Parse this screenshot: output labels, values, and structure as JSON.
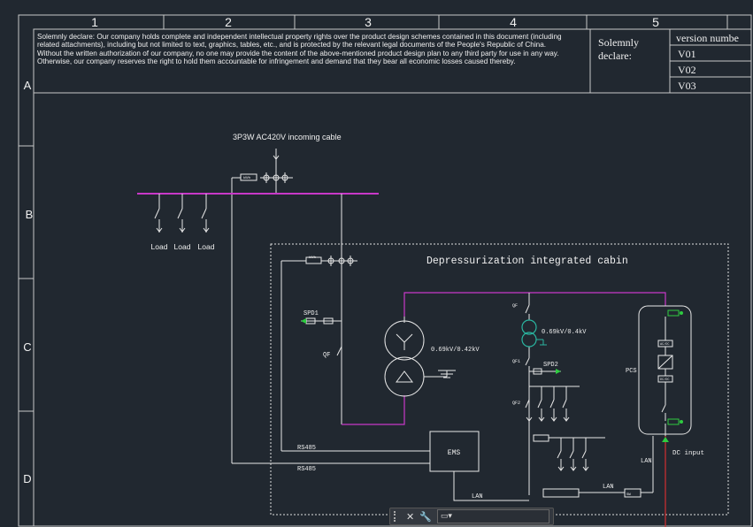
{
  "column_numbers": [
    "1",
    "2",
    "3",
    "4",
    "5"
  ],
  "row_letters": [
    "A",
    "B",
    "C",
    "D"
  ],
  "declaration": {
    "text_lines": [
      "Solemnly declare: Our company holds complete and independent intellectual property rights over the product design schemes contained in this document (including",
      "related attachments), including but not limited to text, graphics, tables, etc., and is protected by the relevant legal documents of the People's Republic of China.",
      "Without the written authorization of our company, no one may provide the content of the above-mentioned product design plan to any third party for use in any way.",
      "Otherwise, our company reserves the right to hold them accountable for infringement and demand that they bear all economic losses caused thereby."
    ],
    "label_line1": "Solemnly",
    "label_line2": "declare:"
  },
  "version_table": {
    "header": "version numbe",
    "rows": [
      "V01",
      "V02",
      "V03"
    ]
  },
  "diagram": {
    "incoming_cable": "3P3W AC420V incoming cable",
    "loads": [
      "Load",
      "Load",
      "Load"
    ],
    "cabin_title": "Depressurization integrated cabin",
    "spd1": "SPD1",
    "spd2": "SPD2",
    "qf": "QF",
    "qf_right": [
      "QF",
      "QF1",
      "QF2"
    ],
    "transformer1": "0.69kV/0.42kV",
    "transformer2": "0.69kV/0.4kV",
    "pcs": "PCS",
    "pcs_labels": [
      "AC/DC",
      "DC/DC"
    ],
    "ems": "EMS",
    "rs485_1": "RS485",
    "rs485_2": "RS485",
    "lan1": "LAN",
    "lan2": "LAN",
    "lan3": "LAN",
    "dc_input": "DC input",
    "meter1": "kWh",
    "meter2": "kWh",
    "small_box": "SW"
  },
  "colors": {
    "background": "#212830",
    "line": "#e8e8e8",
    "busbar": "#c838c8",
    "accent_green": "#2ecc40",
    "accent_red": "#d43030",
    "teal": "#2ab5a0"
  }
}
